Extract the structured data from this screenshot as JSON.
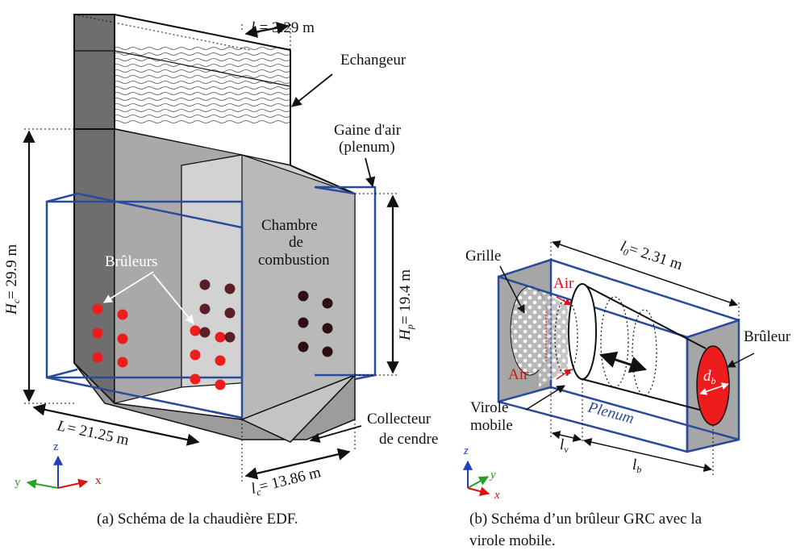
{
  "colors": {
    "frame_blue": "#2a4a9a",
    "burner_red": "#ee1c1c",
    "burner_dark": "#5b1f26",
    "burner_darkest": "#2d0f12",
    "wall_dark": "#6e6e6e",
    "wall_mid": "#a9a9a9",
    "wall_light": "#d2d2d2",
    "arrow_red": "#dd1111",
    "arrow_green": "#2aa02a",
    "arrow_blue": "#1f3fbf"
  },
  "left": {
    "le": "l",
    "le_sub": "e",
    "le_val": "= 3.29 m",
    "echangeur": "Echangeur",
    "gaine_1": "Gaine d'air",
    "gaine_2": "(plenum)",
    "chambre_1": "Chambre",
    "chambre_2": "de",
    "chambre_3": "combustion",
    "bruleurs": "Brûleurs",
    "hc": "H",
    "hc_sub": "c",
    "hc_val": "= 29.9 m",
    "hp": "H",
    "hp_sub": "p",
    "hp_val": "= 19.4 m",
    "L": "L",
    "L_val": "= 21.25 m",
    "lc": "l",
    "lc_sub": "c",
    "lc_val": "= 13.86 m",
    "collecteur_1": "Collecteur",
    "collecteur_2": "de cendre",
    "ax_z": "z",
    "ax_y": "y",
    "ax_x": "x",
    "caption": "(a) Schéma de la chaudière EDF."
  },
  "right": {
    "grille": "Grille",
    "air_top": "Air",
    "air_bottom": "Air",
    "l0": "l",
    "l0_sub": "0",
    "l0_val": "= 2.31 m",
    "bruleur": "Brûleur",
    "db": "d",
    "db_sub": "b",
    "virole_1": "Virole",
    "virole_2": "mobile",
    "plenum": "Plenum",
    "lv": "l",
    "lv_sub": "v",
    "lb": "l",
    "lb_sub": "b",
    "ax_z": "z",
    "ax_y": "y",
    "ax_x": "x",
    "caption_1": "(b) Schéma d’un brûleur GRC avec la",
    "caption_2": "virole mobile."
  }
}
